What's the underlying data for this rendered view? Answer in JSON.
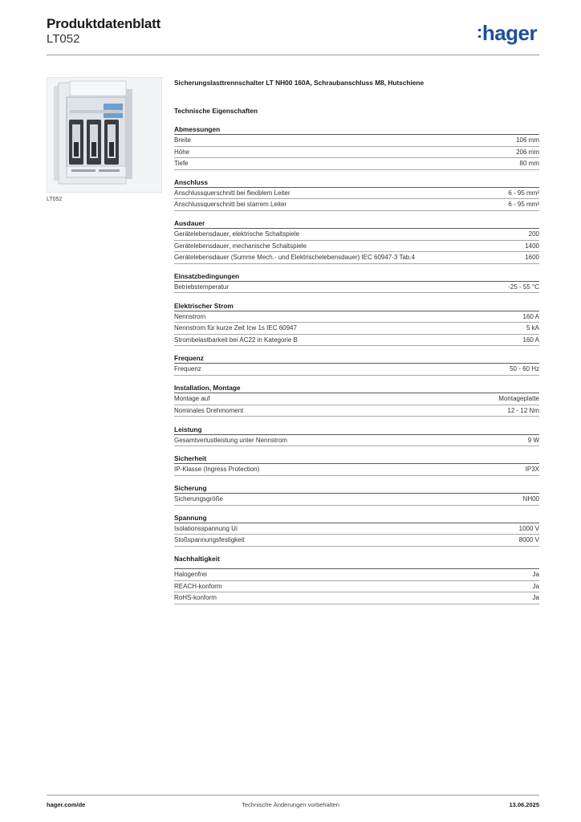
{
  "header": {
    "title": "Produktdatenblatt",
    "product_code": "LT052",
    "logo_text": "hager",
    "logo_color": "#1d4f9a"
  },
  "image": {
    "caption": "LT052"
  },
  "product_description": "Sicherungslasttrennschalter LT NH00 160A, Schraubanschluss M8, Hutschiene",
  "tech_heading": "Technische Eigenschaften",
  "sections": [
    {
      "title": "Abmessungen",
      "rows": [
        {
          "label": "Breite",
          "value": "106 mm"
        },
        {
          "label": "Höhe",
          "value": "206 mm"
        },
        {
          "label": "Tiefe",
          "value": "80 mm"
        }
      ]
    },
    {
      "title": "Anschluss",
      "rows": [
        {
          "label": "Anschlussquerschnitt bei flexiblem Leiter",
          "value": "6 - 95 mm²"
        },
        {
          "label": "Anschlussquerschnitt bei starrem Leiter",
          "value": "6 - 95 mm²"
        }
      ]
    },
    {
      "title": "Ausdauer",
      "rows": [
        {
          "label": "Gerätelebensdauer, elektrische Schaltspiele",
          "value": "200"
        },
        {
          "label": "Gerätelebensdauer, mechanische Schaltspiele",
          "value": "1400"
        },
        {
          "label": "Gerätelebensdauer (Summe Mech.- und Elektrischelebensdauer) IEC 60947-3 Tab.4",
          "value": "1600"
        }
      ]
    },
    {
      "title": "Einsatzbedingungen",
      "rows": [
        {
          "label": "Betriebstemperatur",
          "value": "-25 - 55 °C"
        }
      ]
    },
    {
      "title": "Elektrischer Strom",
      "rows": [
        {
          "label": "Nennstrom",
          "value": "160 A"
        },
        {
          "label": "Nennstrom für kurze Zeit Icw 1s IEC 60947",
          "value": "5 kA"
        },
        {
          "label": "Strombelastbarkeit bei AC22 in Kategorie B",
          "value": "160 A"
        }
      ]
    },
    {
      "title": "Frequenz",
      "rows": [
        {
          "label": "Frequenz",
          "value": "50 - 60 Hz"
        }
      ]
    },
    {
      "title": "Installation, Montage",
      "rows": [
        {
          "label": "Montage auf",
          "value": "Montageplatte"
        },
        {
          "label": "Nominales Drehmoment",
          "value": "12 - 12 Nm"
        }
      ]
    },
    {
      "title": "Leistung",
      "rows": [
        {
          "label": "Gesamtverlustleistung unter Nennstrom",
          "value": "9 W"
        }
      ]
    },
    {
      "title": "Sicherheit",
      "rows": [
        {
          "label": "IP-Klasse (Ingress Protection)",
          "value": "IP3X"
        }
      ]
    },
    {
      "title": "Sicherung",
      "rows": [
        {
          "label": "Sicherungsgröße",
          "value": "NH00"
        }
      ]
    },
    {
      "title": "Spannung",
      "rows": [
        {
          "label": "Isolationsspannung Ui",
          "value": "1000 V"
        },
        {
          "label": "Stoßspannungsfestigkeit",
          "value": "8000 V"
        }
      ]
    },
    {
      "title": "Nachhaltigkeit",
      "rows": [
        {
          "label": "Halogenfrei",
          "value": "Ja"
        },
        {
          "label": "REACH-konform",
          "value": "Ja"
        },
        {
          "label": "RoHS-konform",
          "value": "Ja"
        }
      ]
    }
  ],
  "footer": {
    "website": "hager.com/de",
    "disclaimer": "Technische Änderungen vorbehalten",
    "date": "13.06.2025"
  }
}
